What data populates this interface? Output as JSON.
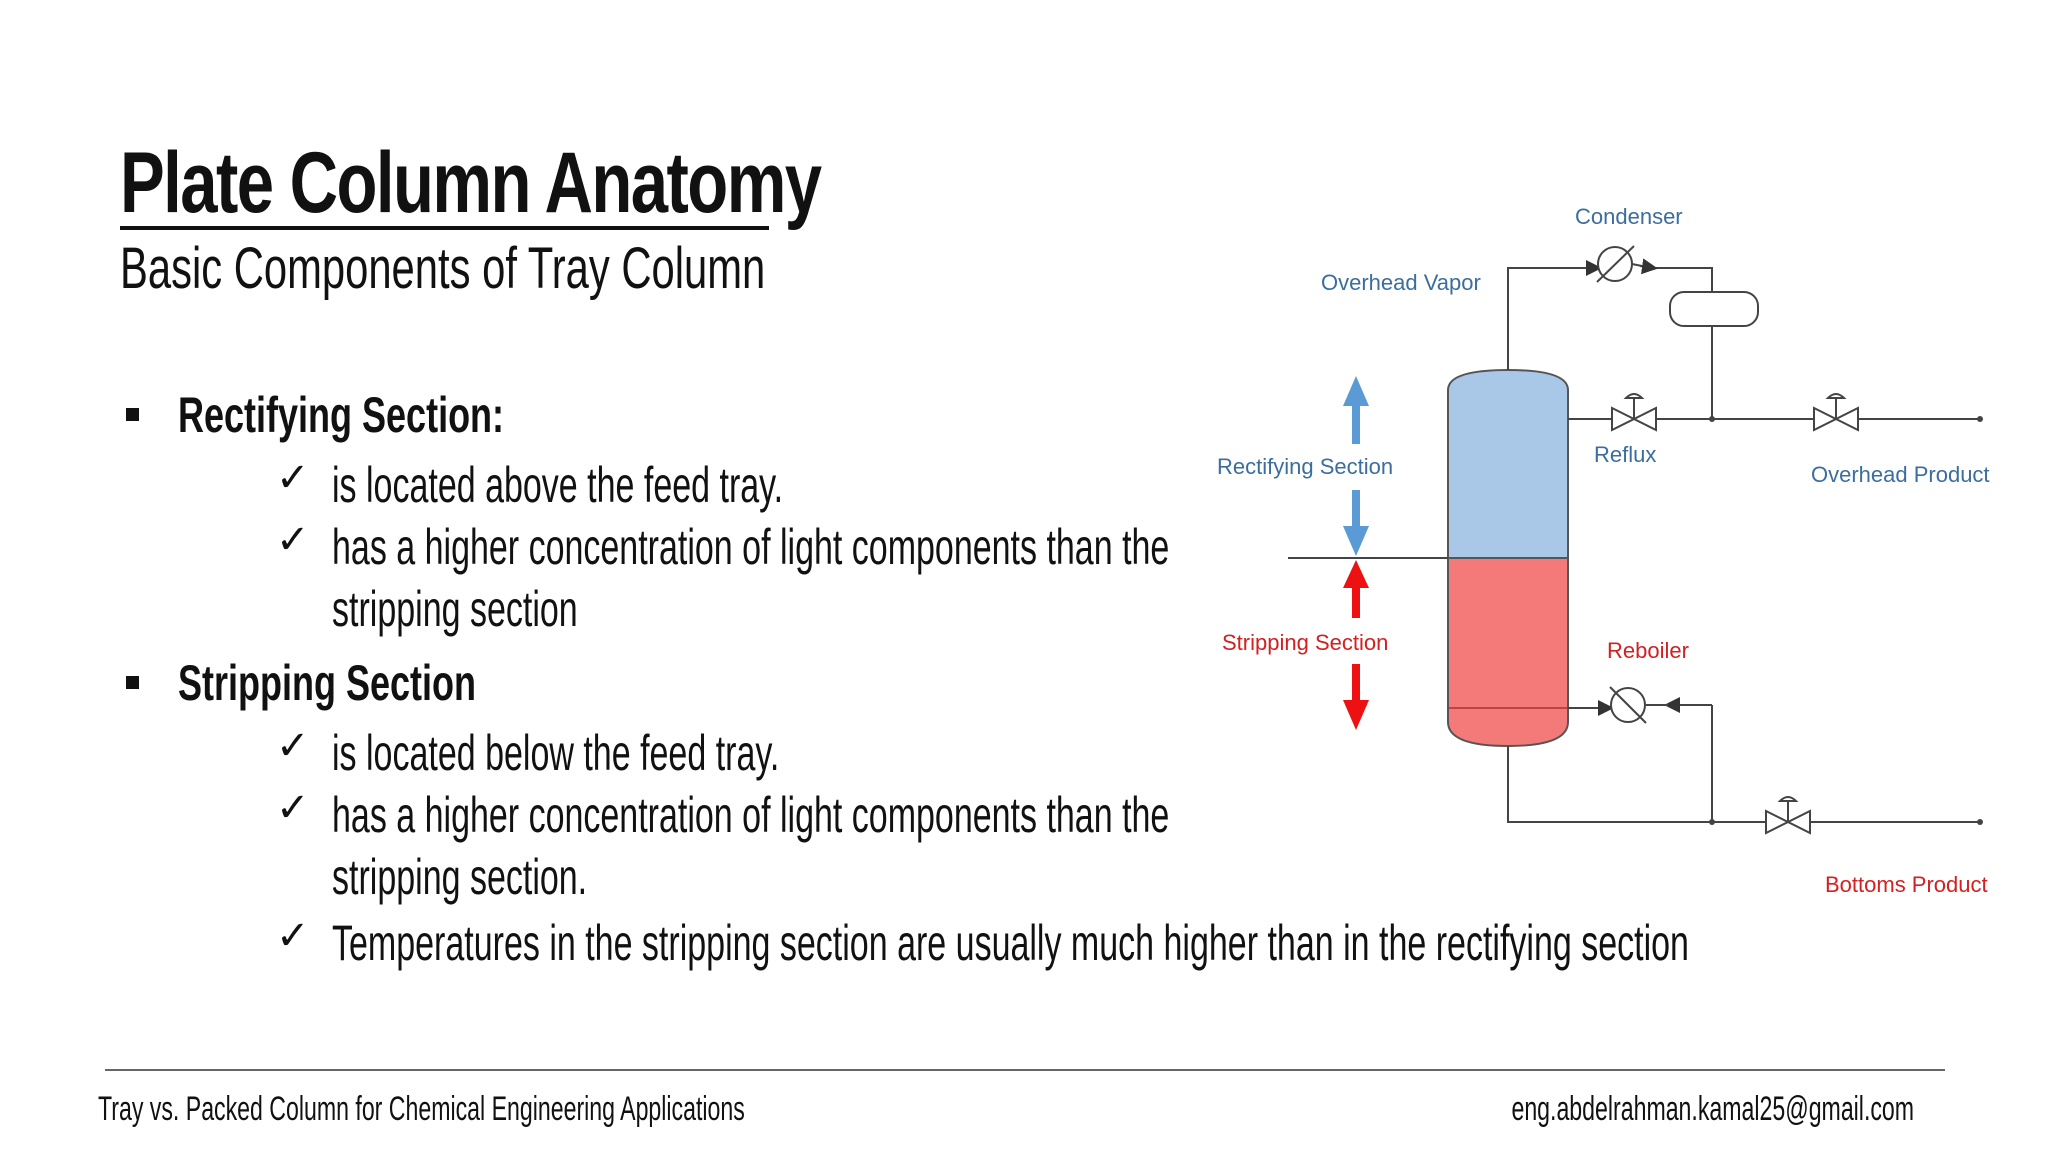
{
  "slide": {
    "title": "Plate Column Anatomy",
    "subtitle": "Basic Components of Tray Column"
  },
  "sections": [
    {
      "heading": "Rectifying Section:",
      "items": [
        [
          "is located above the feed tray."
        ],
        [
          "has a higher concentration of light components than the",
          "stripping section"
        ]
      ]
    },
    {
      "heading": "Stripping Section",
      "items": [
        [
          "is located below the feed tray."
        ],
        [
          "has a higher concentration of light components than the",
          "stripping section."
        ],
        [
          "Temperatures in the stripping section are usually much higher than in the rectifying section"
        ]
      ]
    }
  ],
  "check_glyph": "✓",
  "diagram": {
    "labels": {
      "condenser": "Condenser",
      "overhead_vapor": "Overhead Vapor",
      "rectifying_section": "Rectifying Section",
      "reflux": "Reflux",
      "overhead_product": "Overhead Product",
      "stripping_section": "Stripping Section",
      "reboiler": "Reboiler",
      "bottoms_product": "Bottoms Product"
    },
    "colors": {
      "rectifying": "#a9c8e8",
      "stripping": "#f47a7a",
      "blue_arrow": "#5b9bd5",
      "red_arrow": "#ee1111",
      "label_blue": "#3b6e9e",
      "label_red": "#d42020",
      "line": "#444444"
    }
  },
  "footer": {
    "left": "Tray vs. Packed Column for Chemical Engineering Applications",
    "right": "eng.abdelrahman.kamal25@gmail.com"
  }
}
